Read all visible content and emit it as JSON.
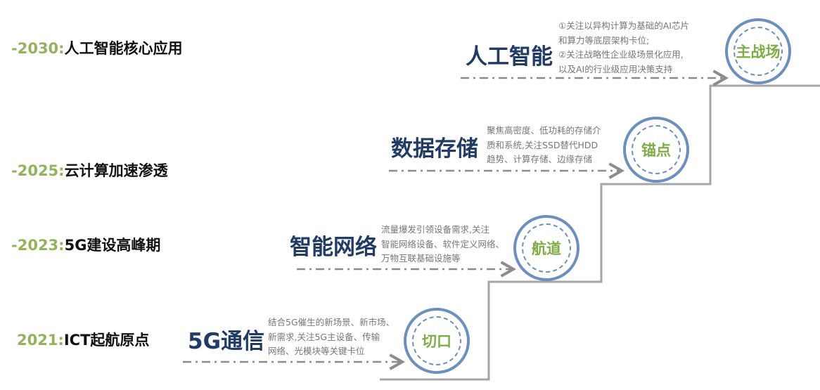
{
  "stages": [
    {
      "year": "-2030",
      "colon": ":",
      "headline": "人工智能核心应用",
      "title": "人工智能",
      "badge": "主战场",
      "desc": [
        "①关注以异构计算为基础的AI芯片",
        "和算力等底层架构卡位;",
        "②关注战略性企业级场景化应用,",
        "以及AI的行业级应用决策支持"
      ]
    },
    {
      "year": "-2025",
      "colon": ":",
      "headline": "云计算加速渗透",
      "title": "数据存储",
      "badge": "锚点",
      "desc": [
        "聚焦高密度、低功耗的存储介",
        "质和系统,关注SSD替代HDD",
        "趋势、计算存储、边缘存储"
      ]
    },
    {
      "year": "-2023",
      "colon": ":",
      "headline": "5G建设高峰期",
      "title": "智能网络",
      "badge": "航道",
      "desc": [
        "流量爆发引领设备需求,关注",
        "智能网络设备、软件定义网络、",
        "万物互联基础设施等"
      ]
    },
    {
      "year": "2021",
      "colon": ":",
      "headline": "ICT起航原点",
      "title": "5G通信",
      "badge": "切口",
      "desc": [
        "结合5G催生的新场景、新市场、",
        "新需求,关注5G主设备、传输",
        "网络、光模块等关键卡位"
      ]
    }
  ],
  "colors": {
    "year_green": "#92b35c",
    "title_navy": "#1f3b66",
    "circle_blue": "#6b8fbf",
    "badge_green": "#7fad45",
    "stair_gray": "#a6a6a6",
    "arrow_gray": "#8c8c8c"
  }
}
